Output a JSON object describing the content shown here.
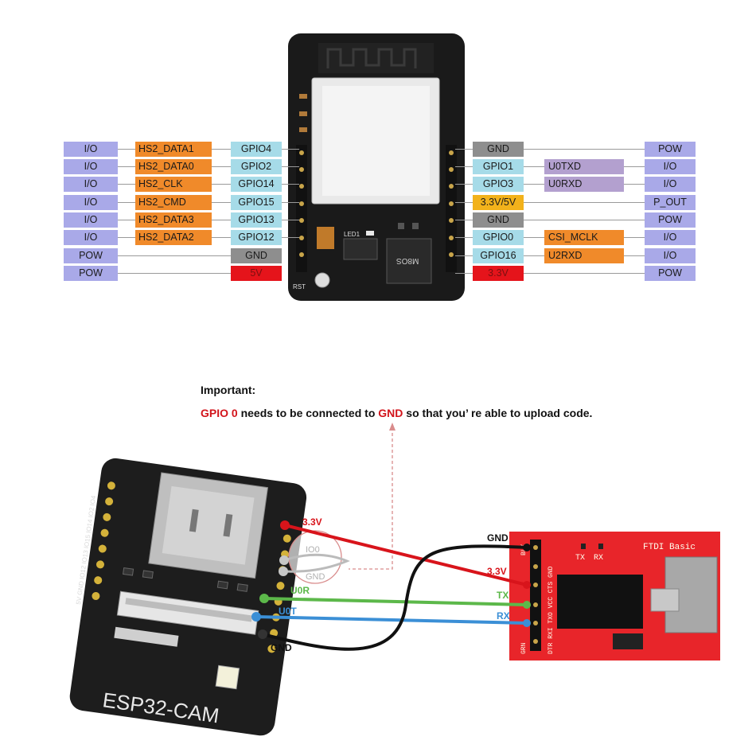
{
  "pinout": {
    "left_rows": [
      {
        "type": "I/O",
        "func": "HS2_DATA1",
        "gpio": "GPIO4"
      },
      {
        "type": "I/O",
        "func": "HS2_DATA0",
        "gpio": "GPIO2"
      },
      {
        "type": "I/O",
        "func": "HS2_CLK",
        "gpio": "GPIO14"
      },
      {
        "type": "I/O",
        "func": "HS2_CMD",
        "gpio": "GPIO15"
      },
      {
        "type": "I/O",
        "func": "HS2_DATA3",
        "gpio": "GPIO13"
      },
      {
        "type": "I/O",
        "func": "HS2_DATA2",
        "gpio": "GPIO12"
      },
      {
        "type": "POW",
        "func": "",
        "gpio": "GND"
      },
      {
        "type": "POW",
        "func": "",
        "gpio": "5V"
      }
    ],
    "right_rows": [
      {
        "pin": "GND",
        "func": "",
        "type": "POW"
      },
      {
        "pin": "GPIO1",
        "func": "U0TXD",
        "type": "I/O"
      },
      {
        "pin": "GPIO3",
        "func": "U0RXD",
        "type": "I/O"
      },
      {
        "pin": "3.3V/5V",
        "func": "",
        "type": "P_OUT"
      },
      {
        "pin": "GND",
        "func": "",
        "type": "POW"
      },
      {
        "pin": "GPIO0",
        "func": "CSI_MCLK",
        "type": "I/O"
      },
      {
        "pin": "GPIO16",
        "func": "U2RXD",
        "type": "I/O"
      },
      {
        "pin": "3.3V",
        "func": "",
        "type": "POW"
      }
    ],
    "board_labels": {
      "rst": "RST",
      "led": "LED1",
      "chip": "M8OS"
    },
    "colors": {
      "type_bg": "#a9a9e8",
      "func_orange": "#f08a2a",
      "gpio_bg": "#a6dbe8",
      "gnd_bg": "#8e8e8e",
      "power_red": "#e5141b",
      "power_yellow": "#f2b21b",
      "func_purple": "#b3a0cf"
    }
  },
  "note": {
    "title": "Important:",
    "gpio0": "GPIO 0",
    "mid1": " needs to be connected to ",
    "gnd": "GND",
    "mid2": " so that you’ re able to upload code."
  },
  "wiring": {
    "left_labels": {
      "v33": "3.3V",
      "u0r": "U0R",
      "u0t": "U0T",
      "gnd": "GND",
      "io0": "IO0",
      "io0_gnd": "GND"
    },
    "right_labels": {
      "gnd": "GND",
      "v33": "3.3V",
      "tx": "TX",
      "rx": "RX"
    },
    "ftdi": {
      "title": "FTDI Basic",
      "tx": "TX",
      "rx": "RX",
      "pins": "DTR RXI TXO VCC CTS GND",
      "grn": "GRN",
      "blk": "BLK"
    },
    "cam_pin_labels": "5V GND IO12 IO13 IO15 IO14 IO2 IO4",
    "cam_name": "ESP32-CAM",
    "wire_colors": {
      "v33": "#d8141b",
      "tx": "#5cb84a",
      "rx": "#3b8fd6",
      "gnd": "#111111"
    }
  }
}
